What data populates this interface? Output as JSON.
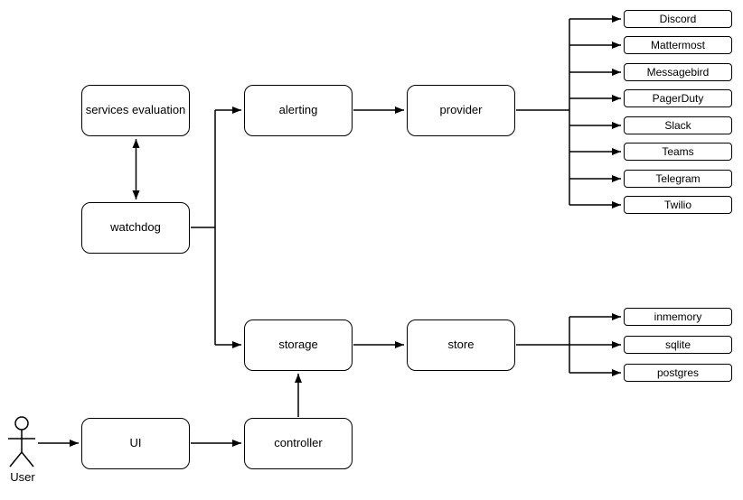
{
  "diagram": {
    "nodes": {
      "services_evaluation": "services evaluation",
      "watchdog": "watchdog",
      "alerting": "alerting",
      "provider": "provider",
      "storage": "storage",
      "store": "store",
      "ui": "UI",
      "controller": "controller"
    },
    "actor": {
      "label": "User"
    },
    "providers": [
      "Discord",
      "Mattermost",
      "Messagebird",
      "PagerDuty",
      "Slack",
      "Teams",
      "Telegram",
      "Twilio"
    ],
    "stores": [
      "inmemory",
      "sqlite",
      "postgres"
    ],
    "colors": {
      "line": "#000000",
      "box_fill": "#ffffff",
      "text": "#000000"
    }
  }
}
